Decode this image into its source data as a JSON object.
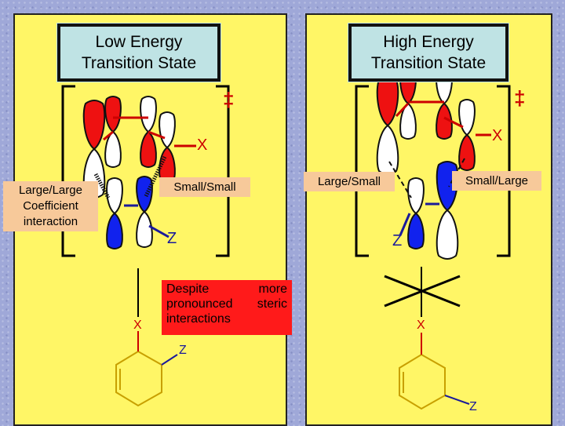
{
  "panels": {
    "left": {
      "title_line1": "Low Energy",
      "title_line2": "Transition State",
      "dagger": "‡",
      "x_label": "X",
      "z_label": "Z",
      "tag_small_small": "Small/Small",
      "tag_large_large_1": "Large/Large",
      "tag_large_large_2": "Coefficient",
      "tag_large_large_3": "interaction",
      "product_x": "X",
      "product_z": "Z",
      "note": "Despite more pronounced steric interactions"
    },
    "right": {
      "title_line1": "High Energy",
      "title_line2": "Transition State",
      "dagger": "‡",
      "x_label": "X",
      "z_label": "Z",
      "tag_large_small": "Large/Small",
      "tag_small_large": "Small/Large",
      "product_x": "X",
      "product_z": "Z"
    }
  },
  "colors": {
    "panel_bg": "#fff666",
    "title_bg": "#bfe3e4",
    "tag_bg": "#f7c99a",
    "note_bg": "#ff1a1a",
    "orbital_red": "#ee1111",
    "orbital_blue": "#1122ee",
    "text_red": "#cc0000",
    "text_blue": "#1a1a9a"
  }
}
